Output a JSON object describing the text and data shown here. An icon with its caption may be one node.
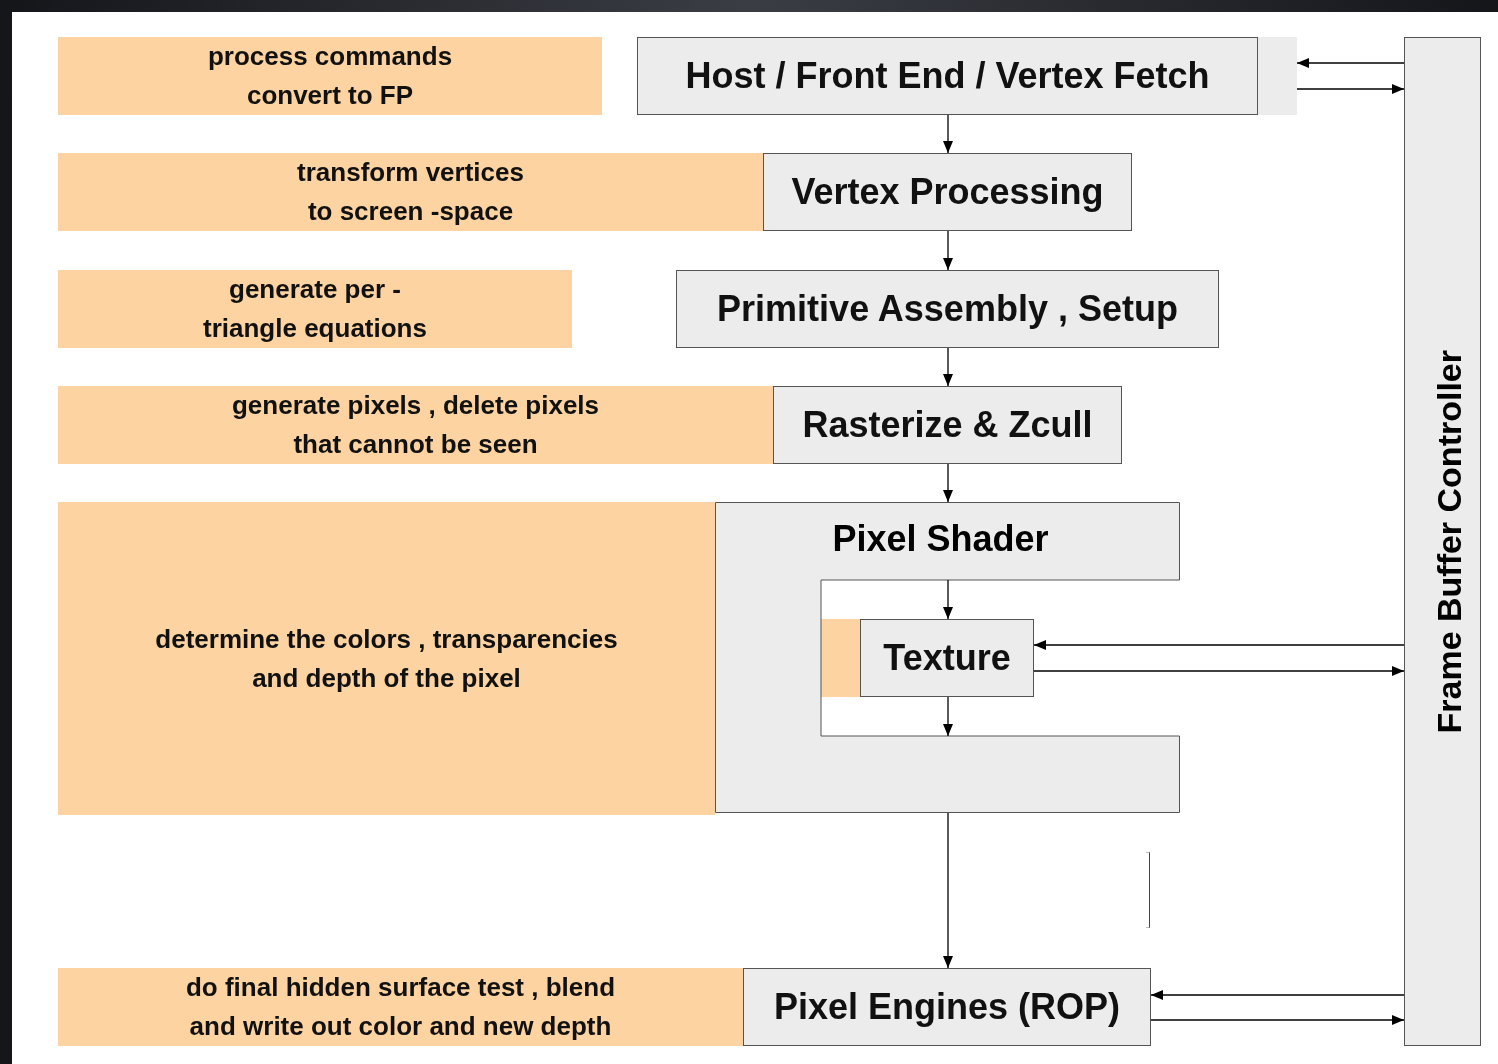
{
  "diagram": {
    "nodes": [
      {
        "text": [
          "process commands convert to FP"
        ]
      },
      {
        "text": [
          "Host / Front End / Vertex Fetch"
        ]
      },
      {
        "text": [
          "transform vertices to screen -space"
        ]
      },
      {
        "text": [
          "Vertex Processing"
        ]
      },
      {
        "text": [
          "generate per - triangle equations"
        ]
      },
      {
        "text": [
          "Primitive Assembly , Setup"
        ]
      },
      {
        "text": [
          "generate pixels , delete pixels that cannot be seen"
        ]
      },
      {
        "text": [
          "Rasterize & Zcull"
        ]
      },
      {
        "text": [
          "determine the colors , transparencies and depth of the pixel"
        ]
      },
      {
        "text": [
          "Pixel Shader"
        ]
      },
      {
        "text": [
          "Texture"
        ],
        "in": 9
      },
      {
        "text": [
          "do final hidden surface test , blend and write out color and new depth"
        ]
      },
      {
        "text": [
          "Pixel Engines (ROP)"
        ]
      },
      {
        "text": [
          "Frame Buffer Controller"
        ]
      }
    ],
    "edges": [
      {
        "from": 1,
        "to": 3,
        "arrow": "to"
      },
      {
        "from": 3,
        "to": 5,
        "arrow": "to"
      },
      {
        "from": 5,
        "to": 7,
        "arrow": "to"
      },
      {
        "from": 7,
        "to": 9,
        "arrow": "to"
      },
      {
        "from": 9,
        "to": 10,
        "arrow": "to"
      },
      {
        "from": 10,
        "to": 9,
        "arrow": "to"
      },
      {
        "from": 9,
        "to": 12,
        "arrow": "to"
      },
      {
        "from": 13,
        "to": 1,
        "arrow": "to"
      },
      {
        "from": 1,
        "to": 13,
        "arrow": "to"
      },
      {
        "from": 13,
        "to": 10,
        "arrow": "to"
      },
      {
        "from": 10,
        "to": 13,
        "arrow": "to"
      },
      {
        "from": 13,
        "to": 12,
        "arrow": "to"
      },
      {
        "from": 12,
        "to": 13,
        "arrow": "to"
      }
    ]
  }
}
